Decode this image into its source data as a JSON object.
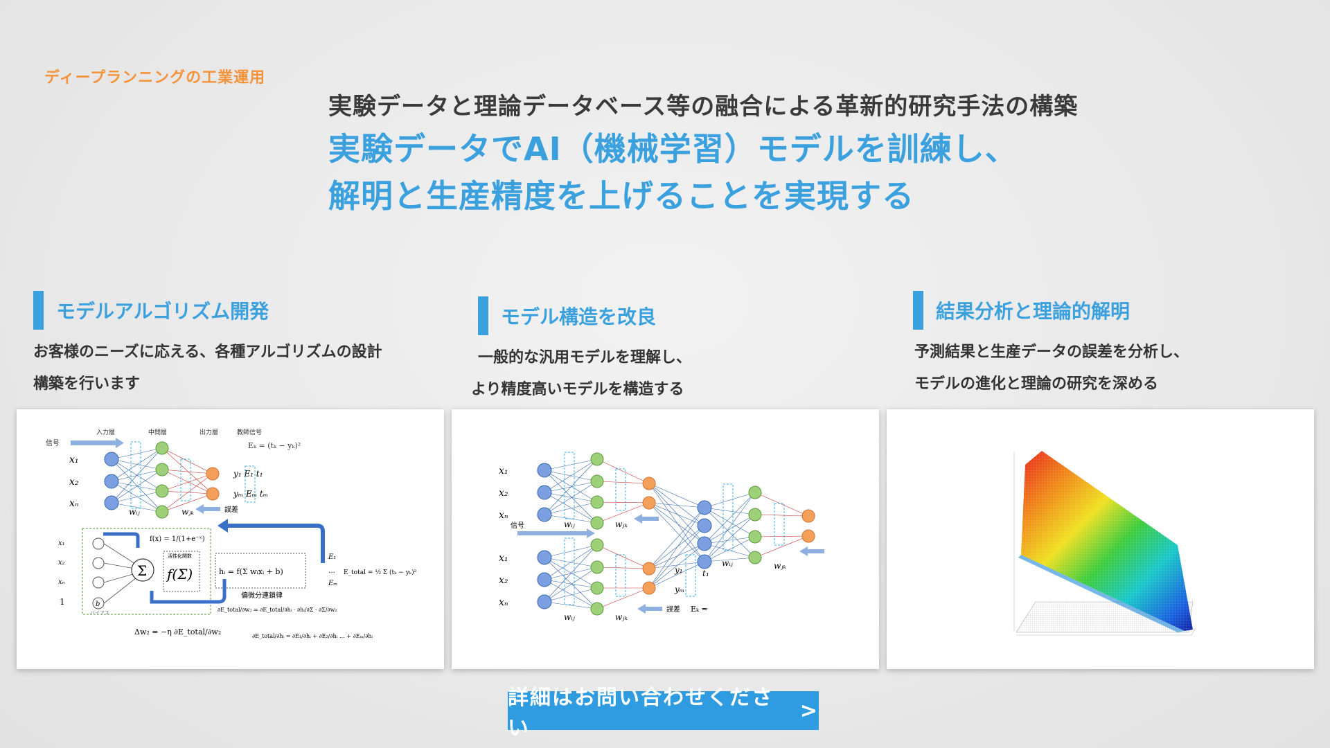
{
  "header": {
    "tag": "ディープランニングの工業運用",
    "subtitle": "実験データと理論データベース等の融合による革新的研究手法の構築",
    "lead_line1": "実験データでAI（機械学習）モデルを訓練し、",
    "lead_line2": "解明と生産精度を上げることを実現する"
  },
  "columns": [
    {
      "title": "モデルアルゴリズム開発",
      "desc_line1": "お客様のニーズに応える、各種アルゴリズムの設計",
      "desc_line2": "構築を行います"
    },
    {
      "title": "モデル構造を改良",
      "desc_line1": "一般的な汎用モデルを理解し、",
      "desc_line2": "より精度高いモデルを構造する"
    },
    {
      "title": "結果分析と理論的解明",
      "desc_line1": "予測結果と生産データの誤差を分析し、",
      "desc_line2": "モデルの進化と理論の研究を深める"
    }
  ],
  "diagram1": {
    "label_signal": "信号",
    "label_input": "入力層",
    "label_hidden": "中間層",
    "label_output": "出力層",
    "label_teacher": "教師信号",
    "label_error": "誤差",
    "label_bias": "バイアス",
    "label_activation": "活性化関数",
    "label_chain": "偏微分連鎖律",
    "eq_ek": "Eₖ = (tₖ − yₖ)²",
    "eq_sigmoid": "f(x) = 1/(1+e⁻ˣ)",
    "eq_h": "hᵢ = f(Σ wᵢxᵢ + b)",
    "eq_total": "E_total = ½ Σ (tₖ − yₖ)²",
    "eq_dw": "Δw₂ = −η ∂E_total/∂w₂",
    "eq_chain1": "∂E_total/∂w₂ = ∂E_total/∂hᵢ · ∂hᵢ/∂Σ · ∂Σ/∂w₂",
    "eq_chain2": "∂E_total/∂hᵢ = ∂E₁/∂hᵢ + ∂E₂/∂hᵢ … + ∂Eₘ/∂hᵢ"
  },
  "diagram2": {
    "label_signal": "信号",
    "label_error": "誤差",
    "eq_ek": "Eₖ ="
  },
  "cta": {
    "label": "詳細はお問い合わせください",
    "chevron": ">"
  },
  "colors": {
    "accent": "#3aa0de",
    "tag": "#f5933a",
    "cta": "#2f9be0"
  }
}
